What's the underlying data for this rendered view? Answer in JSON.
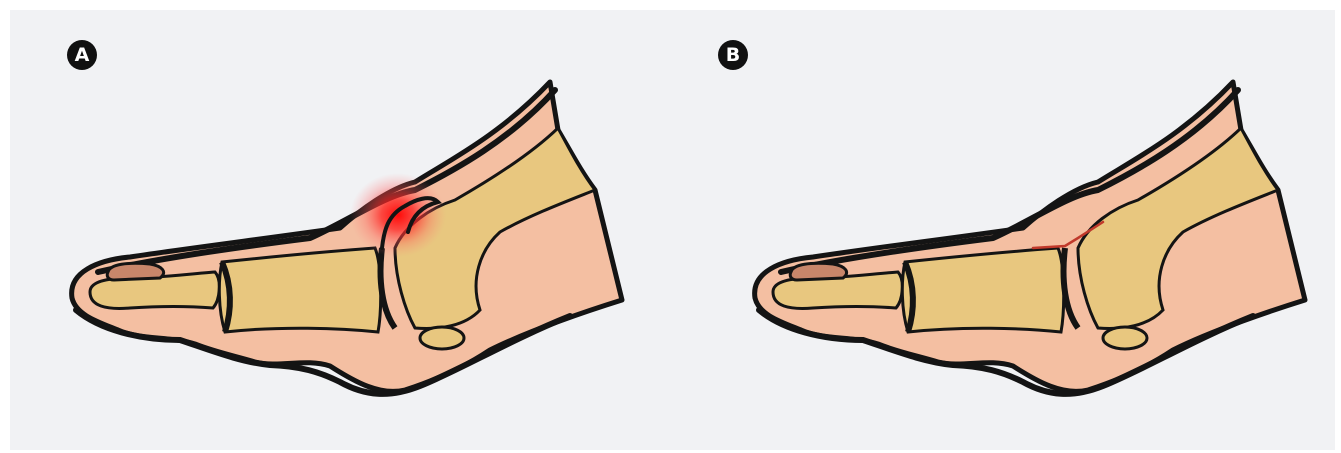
{
  "panels": [
    {
      "label": "A",
      "condition": "inflamed"
    },
    {
      "label": "B",
      "condition": "normal"
    }
  ],
  "colors": {
    "background": "#f1f2f4",
    "skin": "#f4bfa2",
    "bone": "#e8c77f",
    "nail": "#c8866a",
    "outline": "#141414",
    "inflammation": "#ff1a1a",
    "ligament_line": "#c0392b"
  }
}
